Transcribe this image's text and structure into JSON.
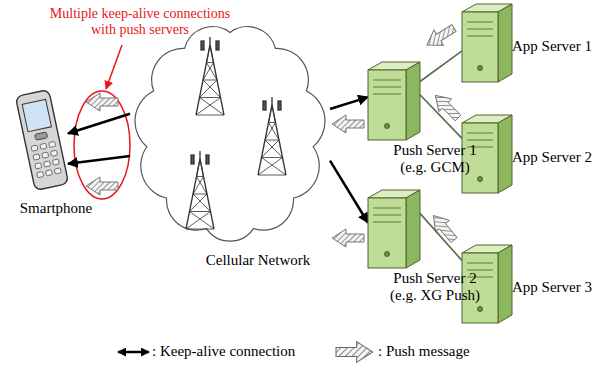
{
  "diagram": {
    "nodes": [
      {
        "text": [
          "Smartphone"
        ]
      },
      {
        "text": [
          "Cellular Network"
        ]
      },
      {
        "text": [
          "Push Server 1 (e.g. GCM)"
        ]
      },
      {
        "text": [
          "Push Server 2 (e.g. XG Push)"
        ]
      },
      {
        "text": [
          "App Server 1"
        ]
      },
      {
        "text": [
          "App Server 2"
        ]
      },
      {
        "text": [
          "App Server 3"
        ]
      }
    ],
    "edges": [
      {
        "from": 1,
        "to": 0,
        "arrow": "to"
      },
      {
        "from": 1,
        "to": 0,
        "arrow": "to"
      },
      {
        "from": 1,
        "to": 2,
        "arrow": "to"
      },
      {
        "from": 1,
        "to": 3,
        "arrow": "to"
      },
      {
        "from": 4,
        "to": 2,
        "arrow": "none"
      },
      {
        "from": 5,
        "to": 2,
        "arrow": "none"
      },
      {
        "from": 6,
        "to": 3,
        "arrow": "none"
      }
    ],
    "labels": [
      "Multiple keep-alive connections with push servers"
    ],
    "legend": [
      {
        "text": ": Keep-alive connection"
      },
      {
        "text": ": Push message"
      }
    ]
  }
}
